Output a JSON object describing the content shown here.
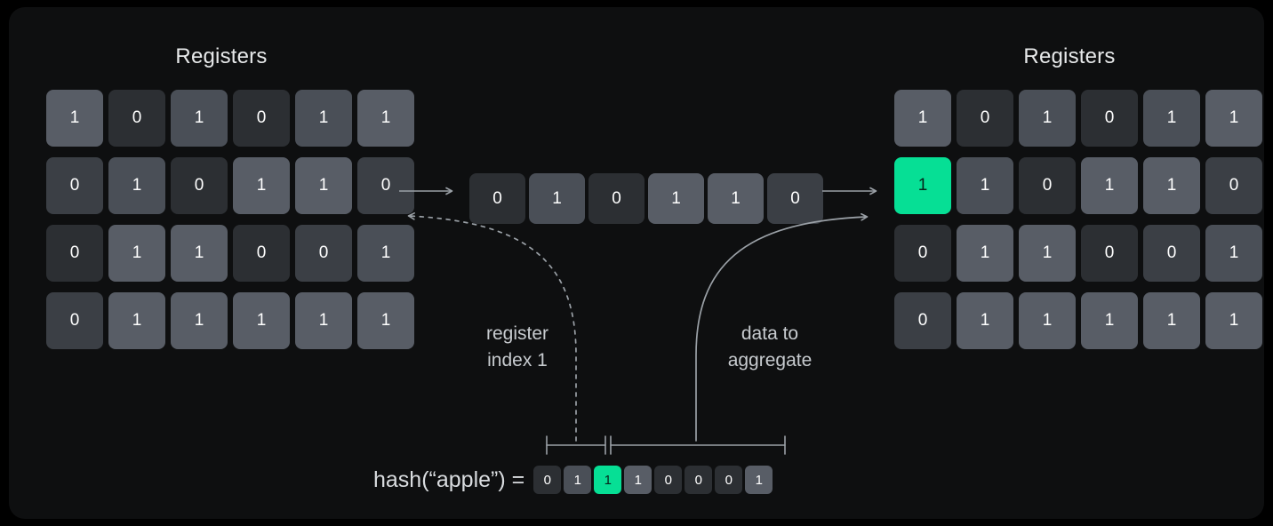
{
  "theme": {
    "canvas_bg": "#000000",
    "frame_bg": "#0e0f10",
    "accent_green": "#06df95",
    "text_primary": "#e7e9ea",
    "text_muted": "#c7cbcf",
    "connector_stroke": "#9aa0a6"
  },
  "left_panel": {
    "title": "Registers",
    "rows": [
      {
        "cells": [
          {
            "value": "1",
            "shade": "s3"
          },
          {
            "value": "0",
            "shade": "s0"
          },
          {
            "value": "1",
            "shade": "s2"
          },
          {
            "value": "0",
            "shade": "s0"
          },
          {
            "value": "1",
            "shade": "s2"
          },
          {
            "value": "1",
            "shade": "s3"
          }
        ]
      },
      {
        "cells": [
          {
            "value": "0",
            "shade": "s1"
          },
          {
            "value": "1",
            "shade": "s2"
          },
          {
            "value": "0",
            "shade": "s0"
          },
          {
            "value": "1",
            "shade": "s3"
          },
          {
            "value": "1",
            "shade": "s3"
          },
          {
            "value": "0",
            "shade": "s1"
          }
        ]
      },
      {
        "cells": [
          {
            "value": "0",
            "shade": "s0"
          },
          {
            "value": "1",
            "shade": "s3"
          },
          {
            "value": "1",
            "shade": "s3"
          },
          {
            "value": "0",
            "shade": "s0"
          },
          {
            "value": "0",
            "shade": "s1"
          },
          {
            "value": "1",
            "shade": "s2"
          }
        ]
      },
      {
        "cells": [
          {
            "value": "0",
            "shade": "s1"
          },
          {
            "value": "1",
            "shade": "s3"
          },
          {
            "value": "1",
            "shade": "s3"
          },
          {
            "value": "1",
            "shade": "s3"
          },
          {
            "value": "1",
            "shade": "s3"
          },
          {
            "value": "1",
            "shade": "s3"
          }
        ]
      }
    ]
  },
  "middle_register": {
    "cells": [
      {
        "value": "0",
        "shade": "s0"
      },
      {
        "value": "1",
        "shade": "s2"
      },
      {
        "value": "0",
        "shade": "s0"
      },
      {
        "value": "1",
        "shade": "s3"
      },
      {
        "value": "1",
        "shade": "s3"
      },
      {
        "value": "0",
        "shade": "s1"
      }
    ]
  },
  "right_panel": {
    "title": "Registers",
    "rows": [
      {
        "cells": [
          {
            "value": "1",
            "shade": "s3"
          },
          {
            "value": "0",
            "shade": "s0"
          },
          {
            "value": "1",
            "shade": "s2"
          },
          {
            "value": "0",
            "shade": "s0"
          },
          {
            "value": "1",
            "shade": "s2"
          },
          {
            "value": "1",
            "shade": "s3"
          }
        ]
      },
      {
        "cells": [
          {
            "value": "1",
            "shade": "hl"
          },
          {
            "value": "1",
            "shade": "s2"
          },
          {
            "value": "0",
            "shade": "s0"
          },
          {
            "value": "1",
            "shade": "s3"
          },
          {
            "value": "1",
            "shade": "s3"
          },
          {
            "value": "0",
            "shade": "s1"
          }
        ]
      },
      {
        "cells": [
          {
            "value": "0",
            "shade": "s0"
          },
          {
            "value": "1",
            "shade": "s3"
          },
          {
            "value": "1",
            "shade": "s3"
          },
          {
            "value": "0",
            "shade": "s0"
          },
          {
            "value": "0",
            "shade": "s1"
          },
          {
            "value": "1",
            "shade": "s2"
          }
        ]
      },
      {
        "cells": [
          {
            "value": "0",
            "shade": "s1"
          },
          {
            "value": "1",
            "shade": "s3"
          },
          {
            "value": "1",
            "shade": "s3"
          },
          {
            "value": "1",
            "shade": "s3"
          },
          {
            "value": "1",
            "shade": "s3"
          },
          {
            "value": "1",
            "shade": "s3"
          }
        ]
      }
    ]
  },
  "captions": {
    "register_index": "register\nindex 1",
    "data_to_aggregate": "data to\naggregate"
  },
  "hash": {
    "label": "hash(“apple”) =",
    "bits": [
      {
        "value": "0",
        "shade": "s0"
      },
      {
        "value": "1",
        "shade": "s2"
      },
      {
        "value": "1",
        "shade": "hl"
      },
      {
        "value": "1",
        "shade": "s3"
      },
      {
        "value": "0",
        "shade": "s0"
      },
      {
        "value": "0",
        "shade": "s0"
      },
      {
        "value": "0",
        "shade": "s0"
      },
      {
        "value": "1",
        "shade": "s3"
      }
    ],
    "index_span_label": "",
    "data_span_label": ""
  }
}
